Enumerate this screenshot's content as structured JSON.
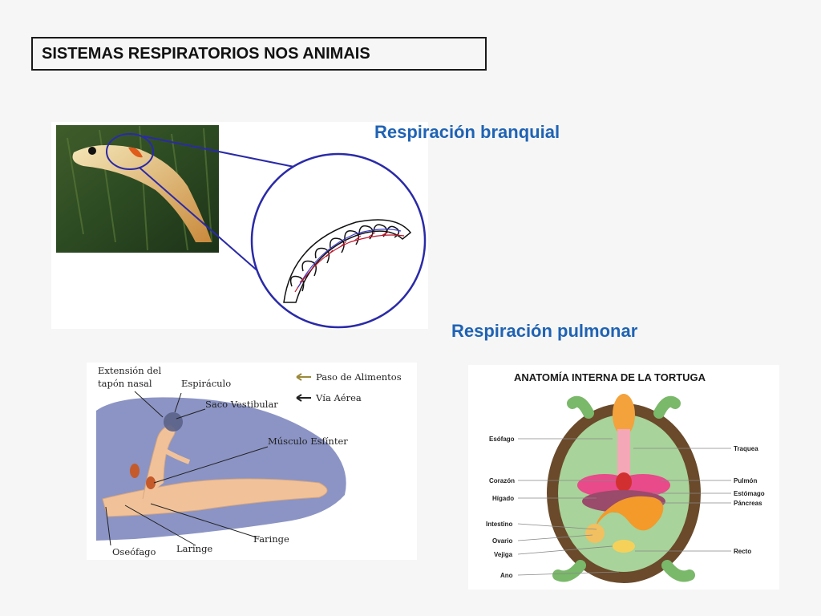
{
  "slide": {
    "title": "SISTEMAS RESPIRATORIOS NOS ANIMAIS",
    "heading_gills": "Respiración branquial",
    "heading_lungs": "Respiración pulmonar"
  },
  "shark_diagram": {
    "labels": {
      "nasal": "Extensión del",
      "nasal2": "tapón nasal",
      "spiracle": "Espiráculo",
      "vestibular": "Saco Vestibular",
      "sphincter": "Músculo Esfínter",
      "esophagus": "Oseófago",
      "larynx": "Laringe",
      "pharynx": "Faringe"
    },
    "legend": {
      "food": "Paso de Alimentos",
      "air": "Vía Aérea"
    }
  },
  "turtle_diagram": {
    "title": "ANATOMÍA INTERNA DE LA TORTUGA",
    "left_labels": [
      "Esófago",
      "Corazón",
      "Hígado",
      "Intestino",
      "Ovario",
      "Vejiga",
      "Ano"
    ],
    "right_labels": [
      "Traquea",
      "Pulmón",
      "Estómago",
      "Páncreas",
      "Recto"
    ]
  },
  "colors": {
    "heading": "#1f63b4",
    "zoom_outline": "#2a2aa8"
  }
}
